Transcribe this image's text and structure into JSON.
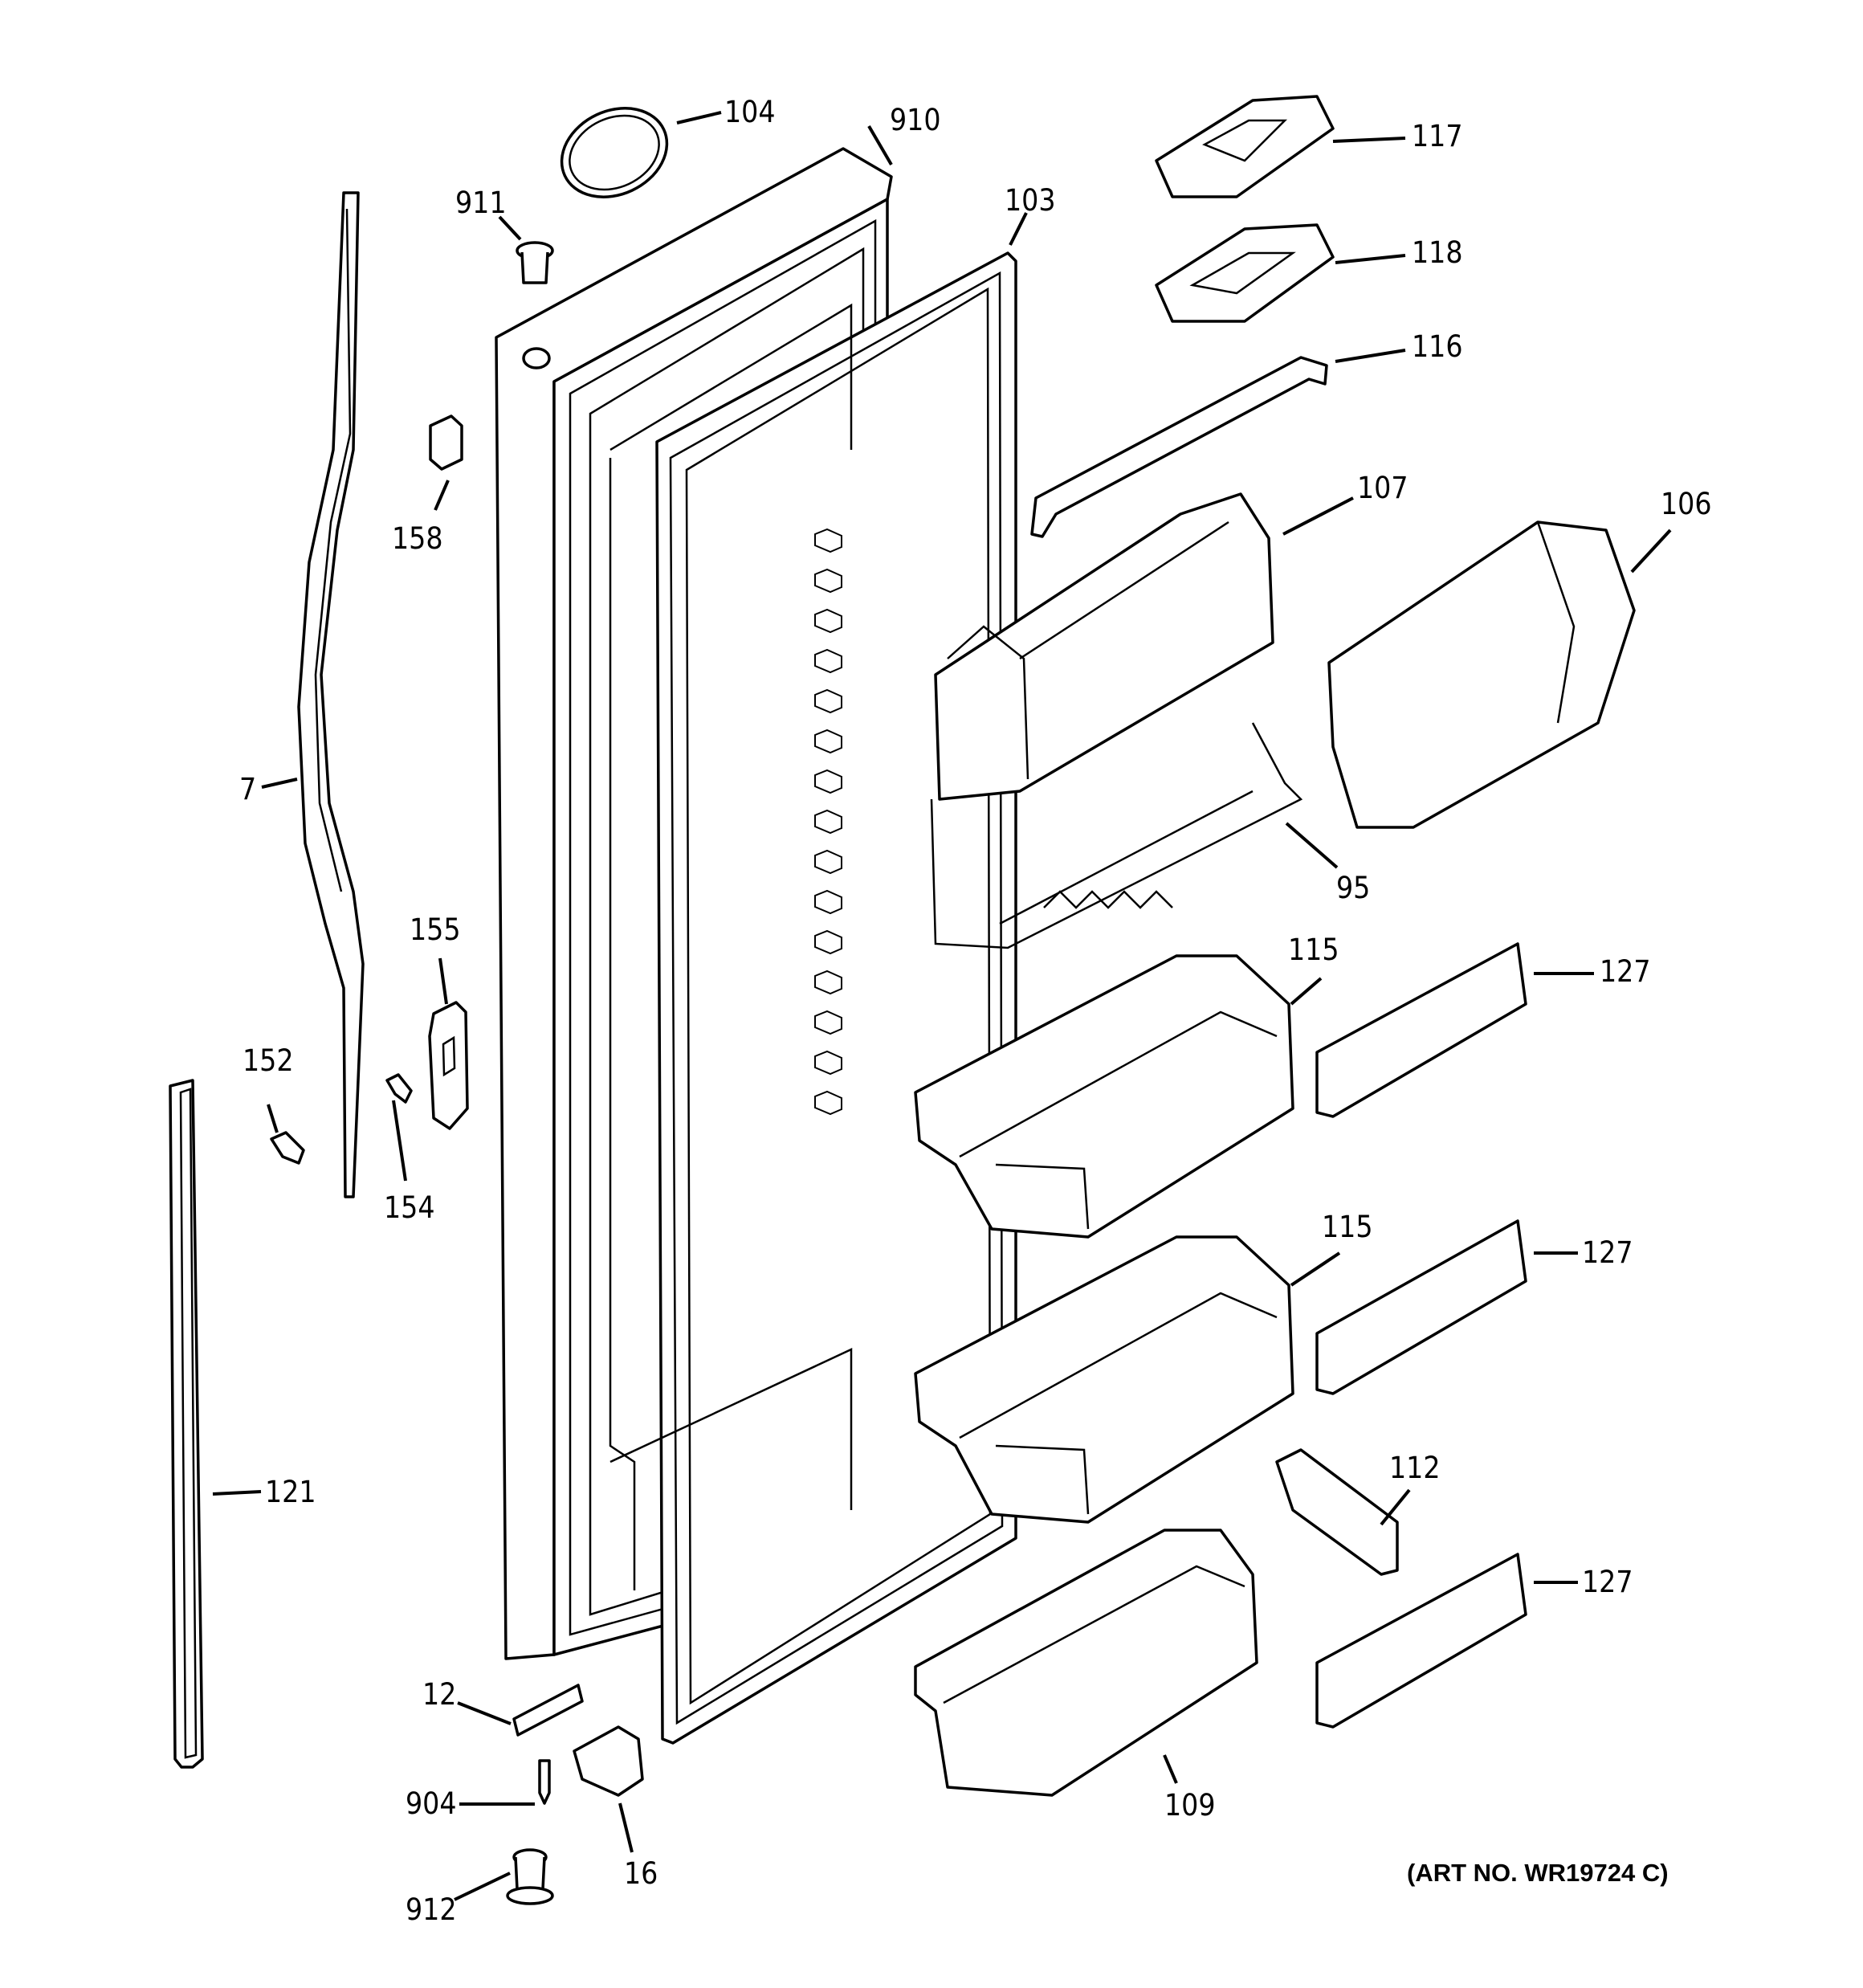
{
  "labels": {
    "l104": "104",
    "l910": "910",
    "l911": "911",
    "l103": "103",
    "l117": "117",
    "l118": "118",
    "l116": "116",
    "l158": "158",
    "l107": "107",
    "l106": "106",
    "l7": "7",
    "l95": "95",
    "l155": "155",
    "l115a": "115",
    "l127a": "127",
    "l152": "152",
    "l154": "154",
    "l115b": "115",
    "l127b": "127",
    "l112": "112",
    "l121": "121",
    "l127c": "127",
    "l12": "12",
    "l904": "904",
    "l16": "16",
    "l109": "109",
    "l912": "912"
  },
  "art_number": "(ART NO. WR19724 C)"
}
